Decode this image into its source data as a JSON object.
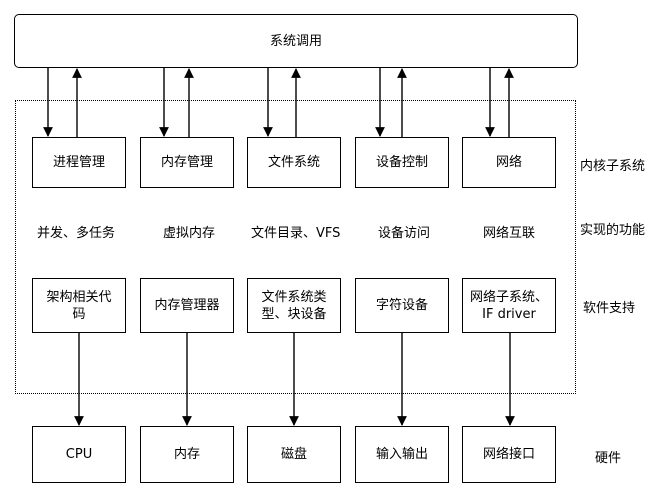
{
  "syscall": "系统调用",
  "kernel_subsystems": [
    "进程管理",
    "内存管理",
    "文件系统",
    "设备控制",
    "网络"
  ],
  "functions": [
    "并发、多任务",
    "虚拟内存",
    "文件目录、VFS",
    "设备访问",
    "网络互联"
  ],
  "software_support": [
    "架构相关代码",
    "内存管理器",
    "文件系统类型、块设备",
    "字符设备",
    "网络子系统、IF driver"
  ],
  "hardware": [
    "CPU",
    "内存",
    "磁盘",
    "输入输出",
    "网络接口"
  ],
  "row_labels": {
    "kernel": "内核子系统",
    "function": "实现的功能",
    "software": "软件支持",
    "hardware": "硬件"
  }
}
